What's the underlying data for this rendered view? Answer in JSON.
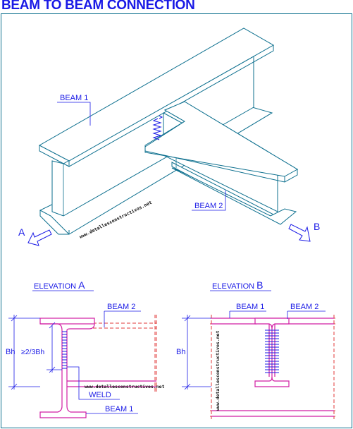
{
  "title": "BEAM TO BEAM CONNECTION",
  "iso": {
    "beam1_label": "BEAM 1",
    "beam2_label": "BEAM 2",
    "view_a": "A",
    "view_b": "B",
    "watermark": "www.detallesconstructivos.net"
  },
  "elevation_a": {
    "title_prefix": "ELEVATION ",
    "title_letter": "A",
    "beam2_label": "BEAM 2",
    "beam1_label": "BEAM 1",
    "dim_total": "Bh",
    "dim_weld": "≥2/3Bh",
    "weld_label": "WELD",
    "watermark": "www.detallesconstructivos.net"
  },
  "elevation_b": {
    "title_prefix": "ELEVATION ",
    "title_letter": "B",
    "beam1_label": "BEAM 1",
    "beam2_label": "BEAM 2",
    "dim_total": "Bh",
    "watermark": "www.detallesconstructivos.net"
  }
}
